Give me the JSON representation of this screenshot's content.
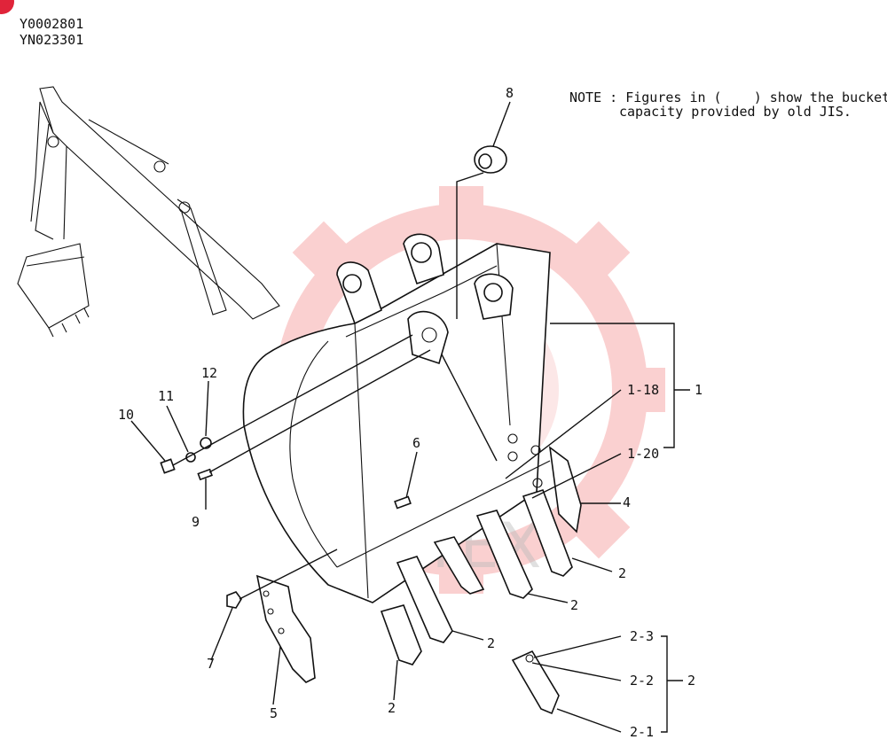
{
  "header": {
    "codes": [
      "Y0002801",
      "YN023301"
    ]
  },
  "note": {
    "line1": "NOTE : Figures in (    ) show the bucket",
    "line2": "capacity provided by old JIS."
  },
  "watermark": {
    "text": "VHTEX",
    "color": "#f05a5a"
  },
  "callouts": {
    "c1": "1",
    "c1_18": "1-18",
    "c1_20": "1-20",
    "c2a": "2",
    "c2b": "2",
    "c2c": "2",
    "c2d": "2",
    "c2e": "2",
    "c2_1": "2-1",
    "c2_2": "2-2",
    "c2_3": "2-3",
    "c4": "4",
    "c5": "5",
    "c6": "6",
    "c7": "7",
    "c8": "8",
    "c9": "9",
    "c10": "10",
    "c11": "11",
    "c12": "12"
  }
}
